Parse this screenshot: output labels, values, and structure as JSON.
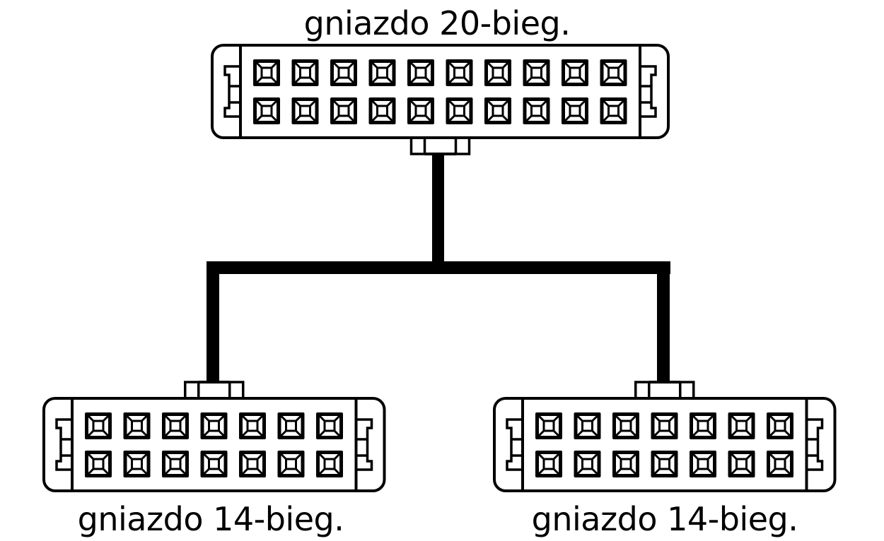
{
  "connectors": [
    {
      "label": "gniazdo 20-bieg.",
      "pins": 20,
      "columns": 10,
      "rows": 2
    },
    {
      "label": "gniazdo 14-bieg.",
      "pins": 14,
      "columns": 7,
      "rows": 2
    },
    {
      "label": "gniazdo 14-bieg.",
      "pins": 14,
      "columns": 7,
      "rows": 2
    }
  ],
  "colors": {
    "line": "#000000",
    "background": "#ffffff"
  }
}
